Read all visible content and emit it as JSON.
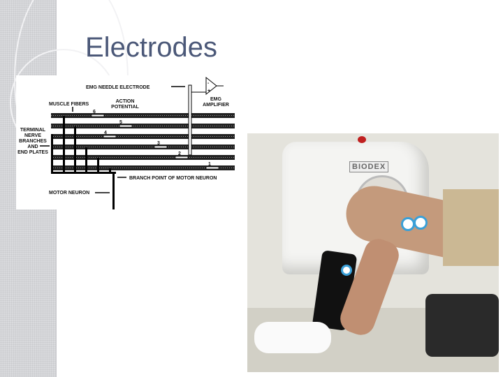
{
  "slide": {
    "title": "Electrodes",
    "title_color": "#4b5878"
  },
  "diagram": {
    "labels": {
      "emg_needle_electrode": "EMG NEEDLE ELECTRODE",
      "emg_amplifier_line1": "EMG",
      "emg_amplifier_line2": "AMPLIFIER",
      "amp_minus": "-",
      "amp_plus": "+",
      "muscle_fibers": "MUSCLE FIBERS",
      "action_potential_line1": "ACTION",
      "action_potential_line2": "POTENTIAL",
      "terminal_line1": "TERMINAL",
      "terminal_line2": "NERVE",
      "terminal_line3": "BRANCHES",
      "terminal_line4": "AND",
      "terminal_line5": "END PLATES",
      "branch_point": "BRANCH POINT OF MOTOR NEURON",
      "motor_neuron": "MOTOR NEURON"
    },
    "fiber_numbers": [
      "6",
      "5",
      "4",
      "3",
      "2",
      "1"
    ]
  },
  "photo": {
    "brand_label": "BIODEX"
  }
}
